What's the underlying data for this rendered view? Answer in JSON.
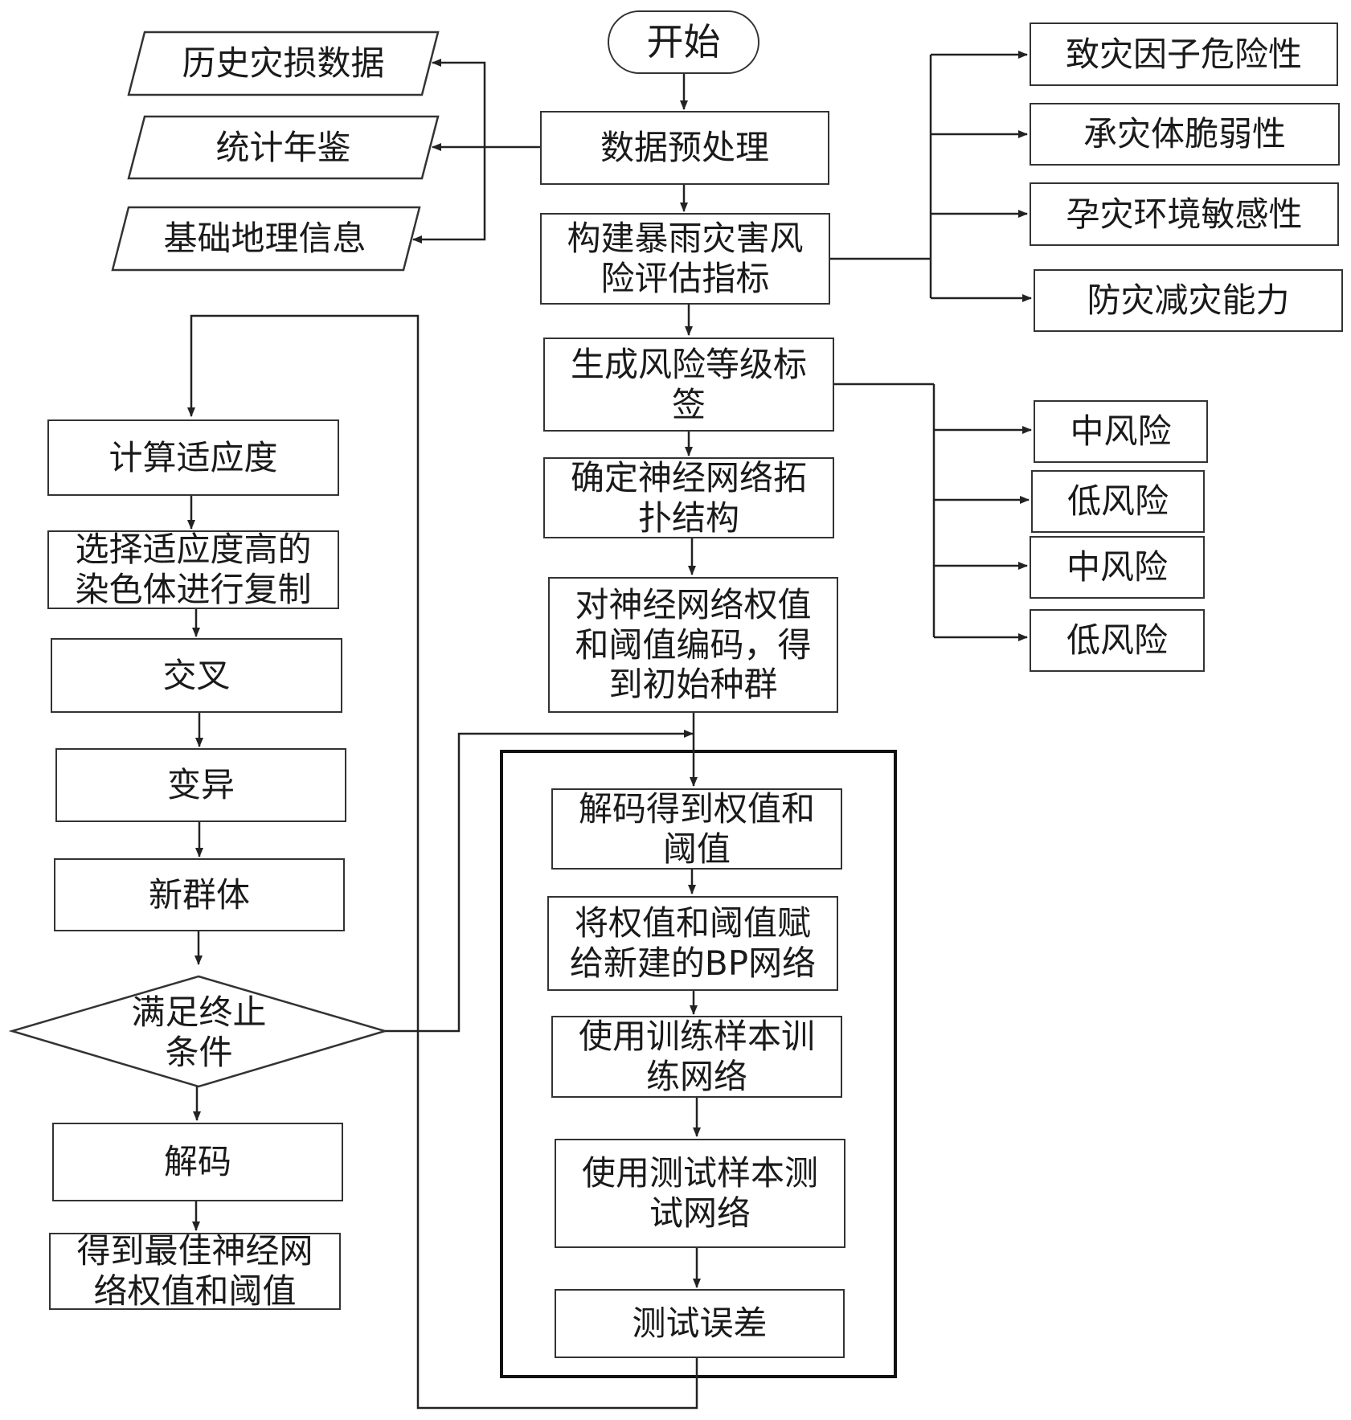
{
  "main": {
    "start": "开始",
    "preprocess": "数据预处理",
    "build_index": "构建暴雨灾害风\n险评估指标",
    "risk_labels": "生成风险等级标\n签",
    "topology": "确定神经网络拓\n扑结构",
    "encode": "对神经网络权值\n和阈值编码，得\n到初始种群"
  },
  "data_sources": [
    "历史灾损数据",
    "统计年鉴",
    "基础地理信息"
  ],
  "indicators": [
    "致灾因子危险性",
    "承灾体脆弱性",
    "孕灾环境敏感性",
    "防灾减灾能力"
  ],
  "risk_levels": [
    "中风险",
    "低风险",
    "中风险",
    "低风险"
  ],
  "bp_box": {
    "decode_weights": "解码得到权值和\n阈值",
    "assign": "将权值和阈值赋\n给新建的BP网络",
    "train": "使用训练样本训\n练网络",
    "test": "使用测试样本测\n试网络",
    "error": "测试误差"
  },
  "ga": {
    "fitness": "计算适应度",
    "select": "选择适应度高的\n染色体进行复制",
    "crossover": "交叉",
    "mutation": "变异",
    "new_population": "新群体",
    "condition": "满足终止\n条件",
    "decode": "解码",
    "best": "得到最佳神经网\n络权值和阈值"
  }
}
